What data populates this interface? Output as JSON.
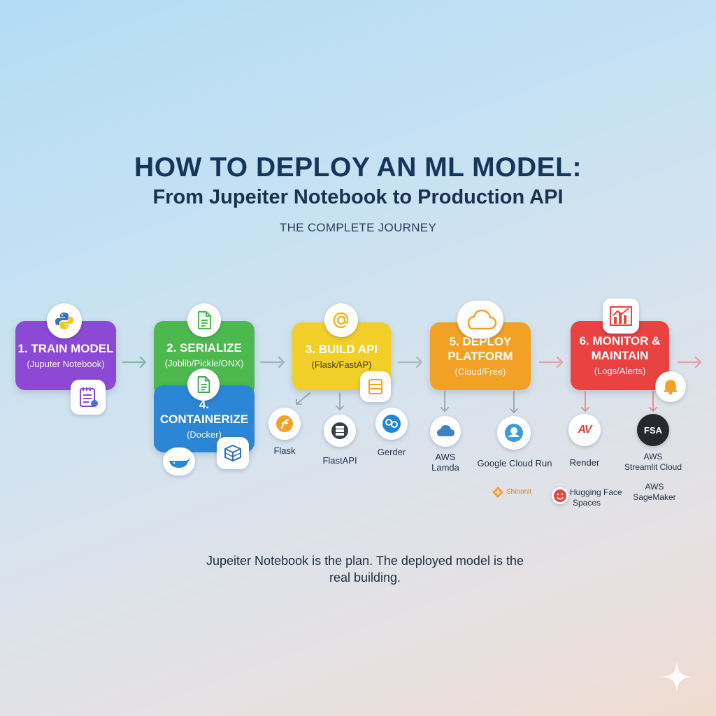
{
  "header": {
    "title": "HOW TO DEPLOY AN ML MODEL:",
    "subtitle": "From Jupeiter Notebook to Production API",
    "tagline": "THE COMPLETE JOURNEY"
  },
  "steps": [
    {
      "title": "1. TRAIN MODEL",
      "subtitle": "(Juputer Notebook)",
      "color": "#8b49d6",
      "icon": "python-icon"
    },
    {
      "title": "2. SERIALIZE",
      "subtitle": "(Joblib/Pickle/ONX)",
      "color": "#4cb94f",
      "icon": "document-icon"
    },
    {
      "title": "3. BUILD API",
      "subtitle": "(Flask/FastAP)",
      "color": "#f2cf28",
      "icon": "at-sign-icon"
    },
    {
      "title": "4. CONTAINERIZE",
      "subtitle": "(Docker)",
      "color": "#2b86d6",
      "icon": "document-icon"
    },
    {
      "title": "5. DEPLOY",
      "title2": "PLATFORM",
      "subtitle": "(Cloud/Free)",
      "color": "#f3a125",
      "icon": "cloud-icon"
    },
    {
      "title": "6. MONITOR &",
      "title2": "MAINTAIN",
      "subtitle": "(Logs/Alerts)",
      "color": "#ea4141",
      "icon": "chart-icon"
    }
  ],
  "tools": {
    "flask": "Flask",
    "fastapi": "FlastAPI",
    "gerder": "Gerder",
    "aws_lambda_1": "AWS",
    "aws_lambda_2": "Lamda",
    "google_cloud_run": "Google Cloud Run",
    "render": "Render",
    "streamlit_1": "AWS",
    "streamlit_2": "Streamlit Cloud",
    "shinonit": "Shinonit",
    "hf_1": "Hugging Face",
    "hf_2": "Spaces",
    "sagemaker_1": "AWS",
    "sagemaker_2": "SageMaker",
    "render_logo": "AV",
    "fsa_logo": "FSA"
  },
  "caption": {
    "line1": "Jupeiter Notebook is the plan. The deployed model is the",
    "line2": "real building."
  }
}
